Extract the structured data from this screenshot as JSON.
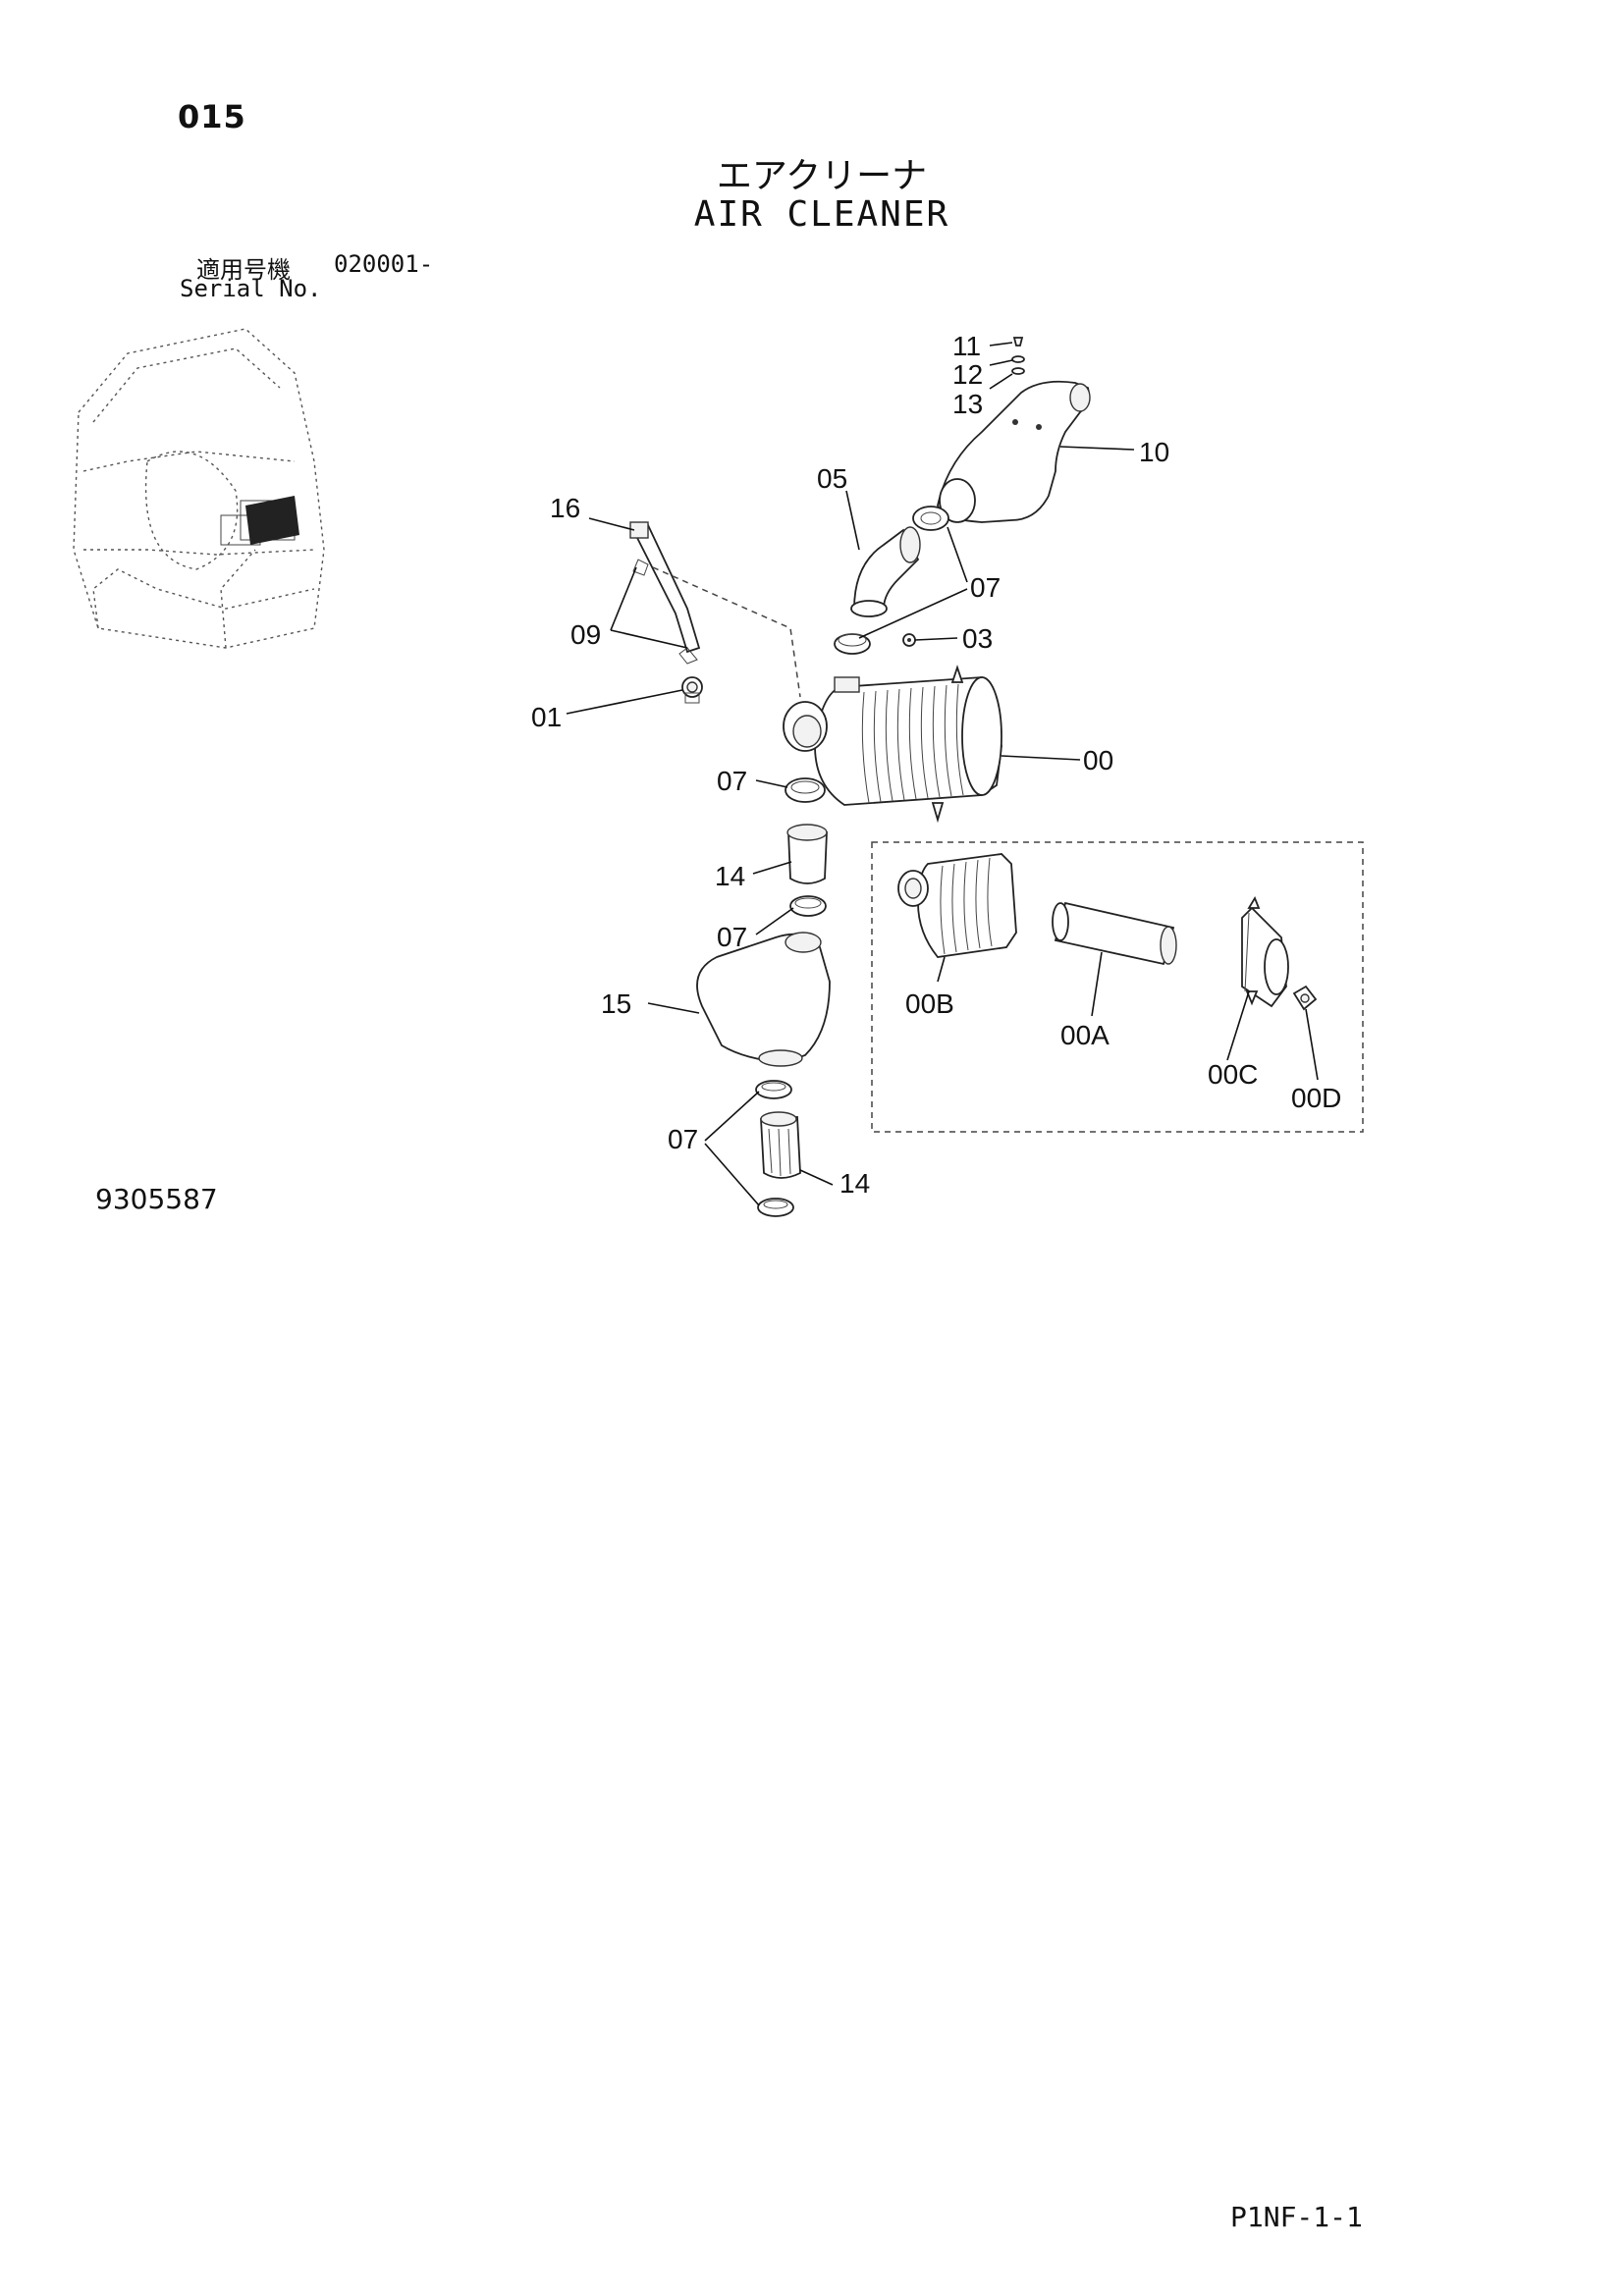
{
  "page_code": "015",
  "title_jp": "エアクリーナ",
  "title_en": "AIR CLEANER",
  "serial": {
    "label_jp": "適用号機",
    "value": "020001-",
    "label_en": "Serial No."
  },
  "figure_number": "9305587",
  "page_reference": "P1NF-1-1",
  "callouts": {
    "c11": "11",
    "c12": "12",
    "c13": "13",
    "c10": "10",
    "c05": "05",
    "c16": "16",
    "c07a": "07",
    "c09": "09",
    "c03": "03",
    "c01": "01",
    "c00": "00",
    "c07b": "07",
    "c14a": "14",
    "c07c": "07",
    "c15": "15",
    "c00B": "00B",
    "c00A": "00A",
    "c00C": "00C",
    "c00D": "00D",
    "c07d": "07",
    "c14b": "14"
  }
}
